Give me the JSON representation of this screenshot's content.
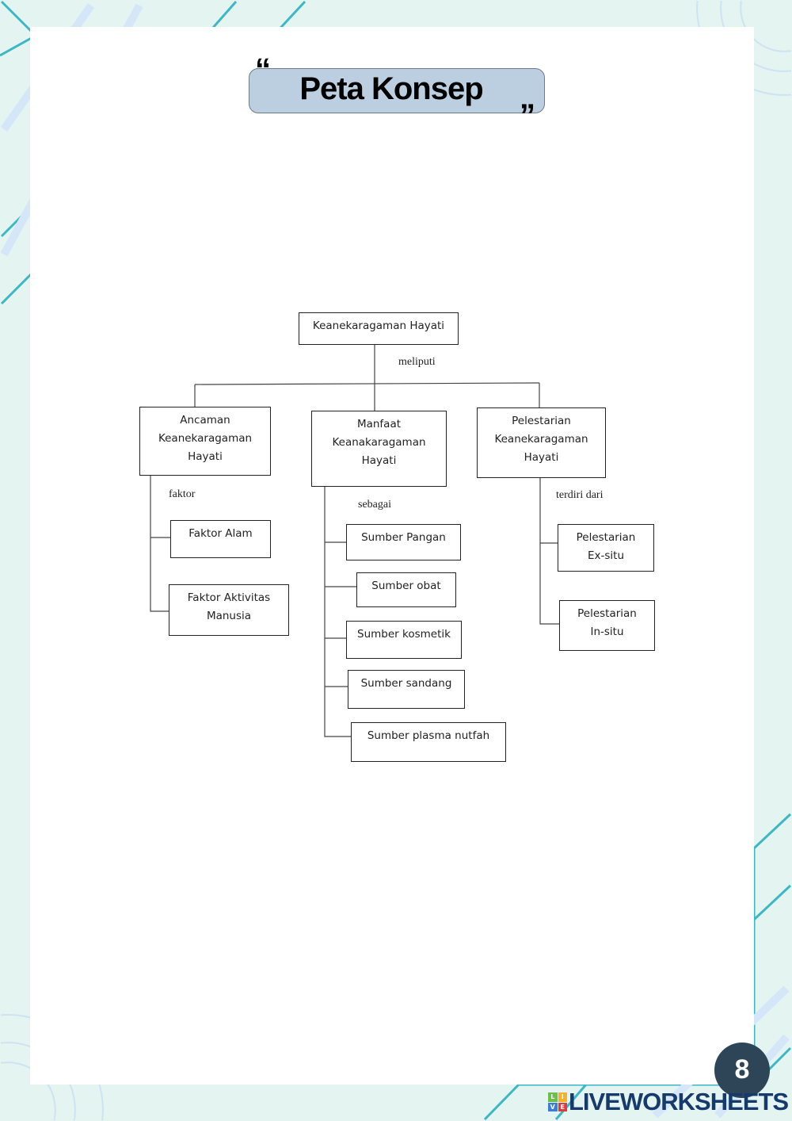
{
  "header": {
    "title": "Peta Konsep",
    "open_quote": "“",
    "close_quote": "”"
  },
  "concept_map": {
    "root": "Keanekaragaman Hayati",
    "root_link": "meliputi",
    "branches": [
      {
        "label": "Ancaman Keanekaragaman Hayati",
        "link": "faktor",
        "children": [
          "Faktor Alam",
          "Faktor Aktivitas Manusia"
        ]
      },
      {
        "label": "Manfaat Keanakaragaman Hayati",
        "link": "sebagai",
        "children": [
          "Sumber Pangan",
          "Sumber obat",
          "Sumber kosmetik",
          "Sumber sandang",
          "Sumber plasma nutfah"
        ]
      },
      {
        "label": "Pelestarian Keanekaragaman Hayati",
        "link": "terdiri dari",
        "children": [
          "Pelestarian Ex-situ",
          "Pelestarian In-situ"
        ]
      }
    ]
  },
  "footer": {
    "page_number": "8",
    "brand": "LIVEWORKSHEETS",
    "logo_letters": [
      "L",
      "I",
      "V",
      "E"
    ]
  }
}
